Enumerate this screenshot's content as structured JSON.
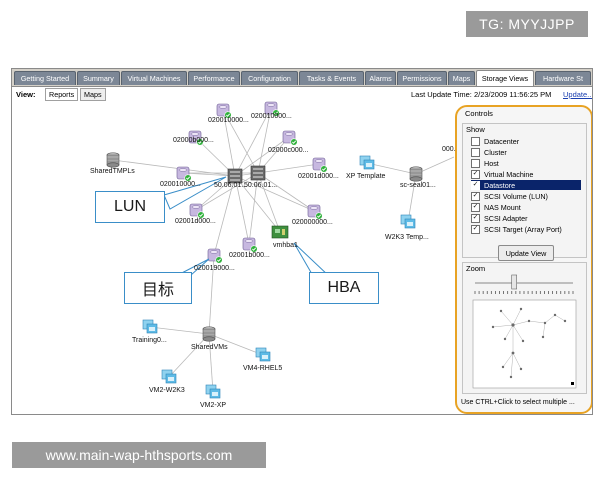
{
  "badges": {
    "tg": "TG: MYYJJPP",
    "watermark": "www.main-wap-hthsports.com"
  },
  "tabs": [
    {
      "label": "Getting Started",
      "active": false
    },
    {
      "label": "Summary",
      "active": false
    },
    {
      "label": "Virtual Machines",
      "active": false
    },
    {
      "label": "Performance",
      "active": false
    },
    {
      "label": "Configuration",
      "active": false
    },
    {
      "label": "Tasks & Events",
      "active": false
    },
    {
      "label": "Alarms",
      "active": false
    },
    {
      "label": "Permissions",
      "active": false
    },
    {
      "label": "Maps",
      "active": false
    },
    {
      "label": "Storage Views",
      "active": true
    },
    {
      "label": "Hardware St",
      "active": false
    }
  ],
  "viewbar": {
    "label": "View:",
    "reports": "Reports",
    "maps": "Maps",
    "last_update": "Last Update Time: 2/23/2009 11:56:25 PM",
    "update_link": "Update..."
  },
  "map": {
    "labels": {
      "n1": "020010000...",
      "n2": "020010000...",
      "n3": "02000b000...",
      "n4": "02000c000...",
      "n5": "SharedTMPLs",
      "n6": "02001d000...",
      "n7": "020010000...",
      "n8": "02001d000...",
      "n9": "02001000...",
      "n10": "020000000...",
      "n11": "50.06.01...",
      "n12": "50.06.01...",
      "n13": "vmhba1",
      "n14": "02001b000...",
      "n15": "020019000...",
      "n16": "XP Template",
      "n17": "sc-seal01...",
      "n18": "000.",
      "n19": "W2K3 Temp...",
      "n20": "Training0...",
      "n21": "SharedVMs",
      "n22": "VM4-RHEL5",
      "n23": "VM2-W2K3",
      "n24": "VM2-XP"
    },
    "callouts": {
      "lun": "LUN",
      "target": "目标",
      "hba": "HBA"
    }
  },
  "controls": {
    "title": "Controls",
    "show_title": "Show",
    "items": [
      {
        "label": "Datacenter",
        "checked": false,
        "selected": false
      },
      {
        "label": "Cluster",
        "checked": false,
        "selected": false
      },
      {
        "label": "Host",
        "checked": false,
        "selected": false
      },
      {
        "label": "Virtual Machine",
        "checked": true,
        "selected": false
      },
      {
        "label": "Datastore",
        "checked": true,
        "selected": true
      },
      {
        "label": "SCSI Volume (LUN)",
        "checked": true,
        "selected": false
      },
      {
        "label": "NAS Mount",
        "checked": true,
        "selected": false
      },
      {
        "label": "SCSI Adapter",
        "checked": true,
        "selected": false
      },
      {
        "label": "SCSI Target (Array Port)",
        "checked": true,
        "selected": false
      }
    ],
    "update_button": "Update View",
    "zoom_title": "Zoom",
    "zoom_level": 0.4,
    "hint": "Use CTRL+Click to select multiple ..."
  },
  "colors": {
    "highlight": "#e8a324",
    "callout_border": "#3a8ec8",
    "selection": "#0a246a",
    "tab_bg": "#7c8796"
  }
}
